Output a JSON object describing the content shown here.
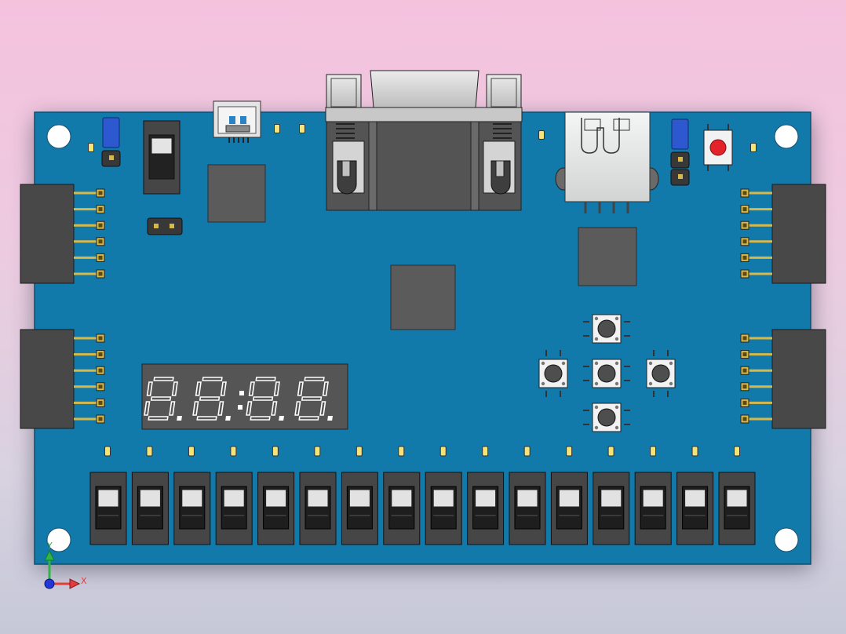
{
  "viewport": {
    "background_top": "#f5c2de",
    "background_bottom": "#c6c8d8"
  },
  "board": {
    "pcb_color": "#127aaa",
    "chip_color": "#5b5b5b",
    "gold_color": "#d9b84a",
    "led_color": "#f4e27a"
  },
  "seven_segment": {
    "digit_count": 4,
    "has_colon": true,
    "segment_color": "#ffffff",
    "body_color": "#555555"
  },
  "slide_switches": {
    "count": 16
  },
  "smd_leds": {
    "count": 16
  },
  "push_buttons": {
    "count": 5,
    "reset_button_color": "#e3222a"
  },
  "headers": {
    "count": 4,
    "pins_per_header": 6
  },
  "axis_triad": {
    "x_label": "X",
    "y_label": "Y",
    "x_color": "#e23c3c",
    "y_color": "#2fb545",
    "origin_color": "#2436d8"
  }
}
